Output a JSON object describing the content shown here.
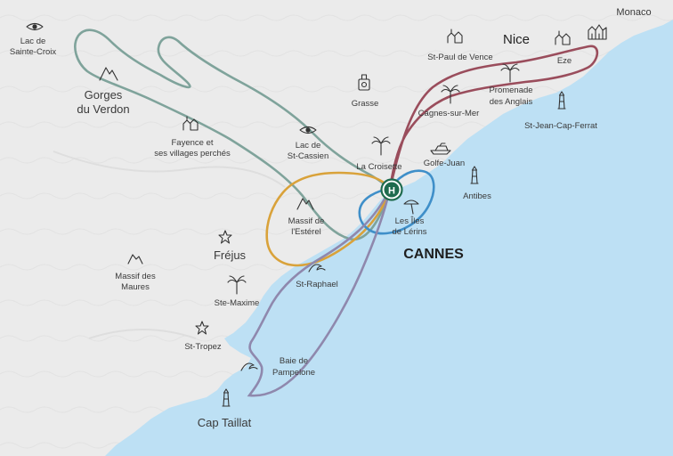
{
  "colors": {
    "sea": "#bde0f4",
    "land": "#ececec",
    "route_verdon": "#7fa39b",
    "route_nice_monaco": "#9a4d5c",
    "route_esterel": "#d9a23a",
    "route_lerins": "#3f8fc9",
    "route_cap_taillat": "#8f88ad",
    "hub": "#1f6b4e"
  },
  "hub": {
    "label": "H",
    "icon": "helipad-icon"
  },
  "places": {
    "monaco": "Monaco",
    "nice": "Nice",
    "eze": "Eze",
    "st_paul": "St-Paul de Vence",
    "promenade": [
      "Promenade",
      "des Anglais"
    ],
    "cagnes": "Cagnes-sur-Mer",
    "st_jean": "St-Jean-Cap-Ferrat",
    "grasse": "Grasse",
    "lac_st_croix": [
      "Lac de",
      "Sainte-Croix"
    ],
    "gorges": [
      "Gorges",
      "du Verdon"
    ],
    "fayence": [
      "Fayence et",
      "ses villages perchés"
    ],
    "lac_st_cassien": [
      "Lac de",
      "St-Cassien"
    ],
    "la_croisette": "La Croisette",
    "golfe_juan": "Golfe-Juan",
    "antibes": "Antibes",
    "lerins": [
      "Les Îles",
      "de Lérins"
    ],
    "cannes": "CANNES",
    "massif_esterel": [
      "Massif de",
      "l'Estérel"
    ],
    "frejus": "Fréjus",
    "massif_maures": [
      "Massif des",
      "Maures"
    ],
    "st_raphael": "St-Raphael",
    "ste_maxime": "Ste-Maxime",
    "st_tropez": "St-Tropez",
    "pampelonne": [
      "Baie de",
      "Pampelone"
    ],
    "cap_taillat": "Cap Taillat"
  }
}
